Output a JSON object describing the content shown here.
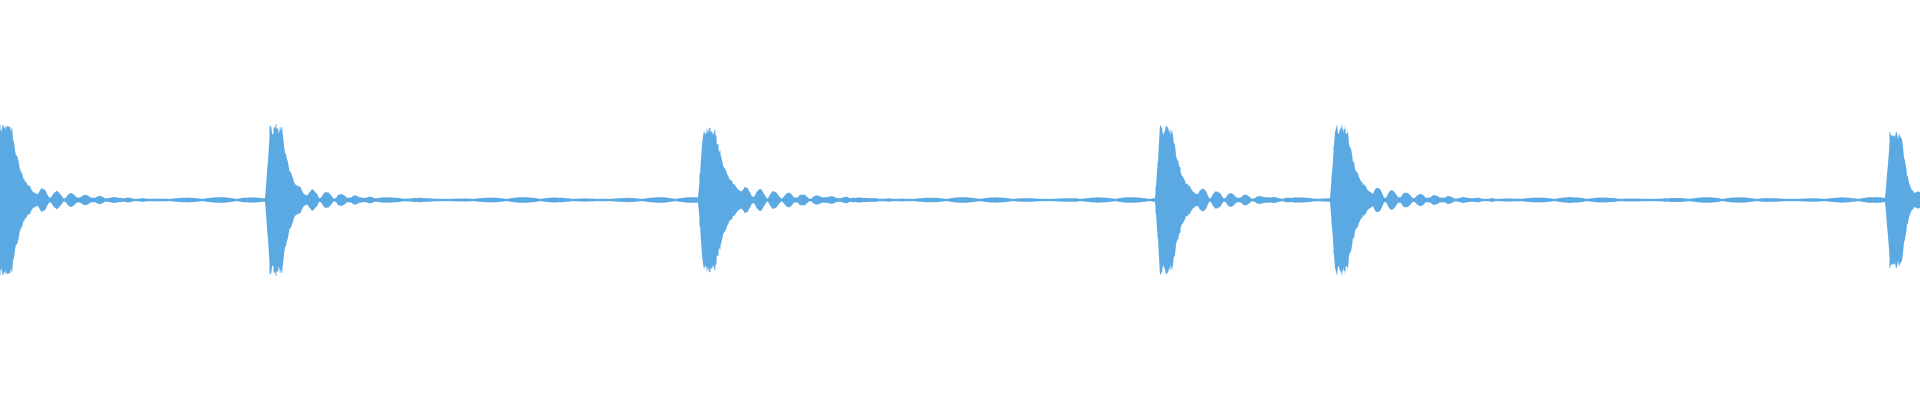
{
  "waveform": {
    "color": "#5aa9e3",
    "background": "#ffffff",
    "duration_s": 19.2,
    "peak_level": 1.0,
    "transients": [
      {
        "time_s": 0.0,
        "peak": 1.0,
        "decay_s": 0.55
      },
      {
        "time_s": 2.7,
        "peak": 1.0,
        "decay_s": 0.5
      },
      {
        "time_s": 7.03,
        "peak": 0.98,
        "decay_s": 0.7
      },
      {
        "time_s": 11.6,
        "peak": 1.0,
        "decay_s": 0.55
      },
      {
        "time_s": 13.35,
        "peak": 1.0,
        "decay_s": 0.6
      },
      {
        "time_s": 18.9,
        "peak": 0.92,
        "decay_s": 0.3
      }
    ],
    "noise_level": 0.04
  }
}
